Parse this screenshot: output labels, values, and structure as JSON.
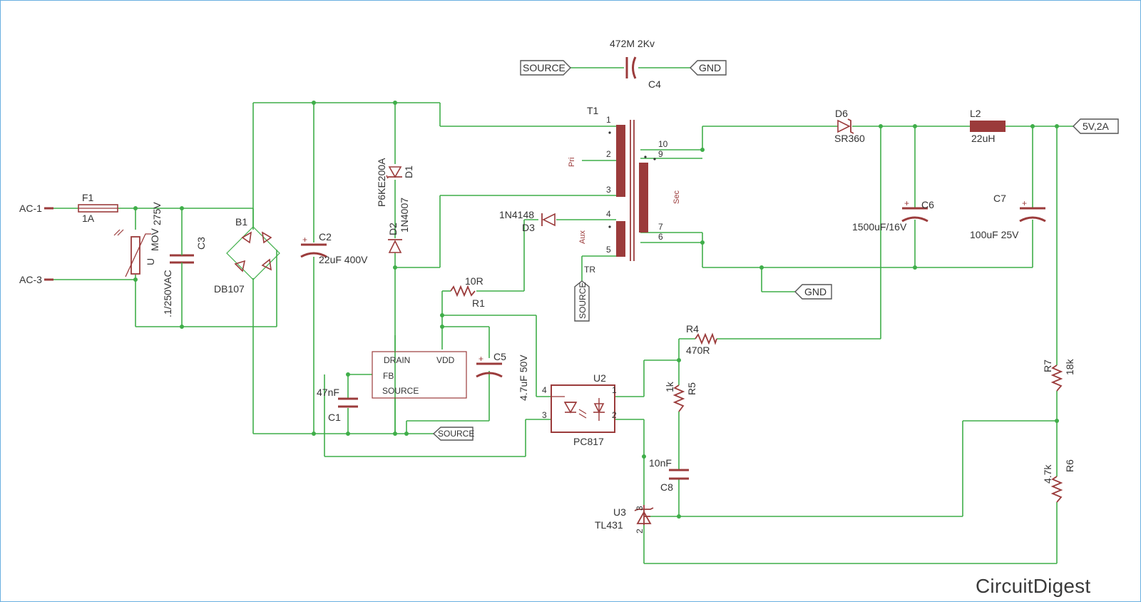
{
  "labels": {
    "ac1": "AC-1",
    "ac3": "AC-3",
    "f1": "F1",
    "f1_val": "1A",
    "mov": "MOV",
    "mov_val": "275V",
    "mov_u": "U",
    "c3": "C3",
    "c3_val": ".1/250VAC",
    "b1": "B1",
    "db107": "DB107",
    "c2": "C2",
    "c2_val": "22uF 400V",
    "d2": "D2",
    "d2_val": "P6KE200A",
    "d1": "D1",
    "d1_val": "1N4007",
    "t1": "T1",
    "pri": "Pri",
    "sec": "Sec",
    "aux": "Aux",
    "tr": "TR",
    "d3": "D3",
    "d3_val": "1N4148",
    "r1": "R1",
    "r1_val": "10R",
    "c5": "C5",
    "c5_val": "4.7uF 50V",
    "c1": "C1",
    "c1_val": "47nF",
    "ic_drain": "DRAIN",
    "ic_vdd": "VDD",
    "ic_fb": "FB",
    "ic_source": "SOURCE",
    "u2": "U2",
    "pc817": "PC817",
    "c4": "C4",
    "c4_val": "472M 2Kv",
    "d6": "D6",
    "d6_val": "SR360",
    "l2": "L2",
    "l2_val": "22uH",
    "c6": "C6",
    "c6_val": "1500uF/16V",
    "c7": "C7",
    "c7_val": "100uF 25V",
    "r4": "R4",
    "r4_val": "470R",
    "r5": "R5",
    "r5_val": "1k",
    "c8": "C8",
    "c8_val": "10nF",
    "u3": "U3",
    "tl431": "TL431",
    "r7": "R7",
    "r7_val": "18k",
    "r6": "R6",
    "r6_val": "4.7k"
  },
  "pins": {
    "t1": [
      "1",
      "2",
      "3",
      "4",
      "5",
      "10",
      "9",
      "7",
      "6"
    ],
    "u2": [
      "1",
      "2",
      "3",
      "4"
    ],
    "u3": [
      "3",
      "2"
    ]
  },
  "flags": {
    "source_top": "SOURCE",
    "gnd_top": "GND",
    "out": "5V,2A",
    "gnd_mid": "GND",
    "source_tr": "SOURCE",
    "source_bottom": "SOURCE"
  },
  "logo": {
    "part1": "Circuit",
    "part2": "Digest"
  },
  "colors": {
    "wire": "#3fae49",
    "component": "#9b3b3b",
    "frame": "#6ab0e0"
  }
}
